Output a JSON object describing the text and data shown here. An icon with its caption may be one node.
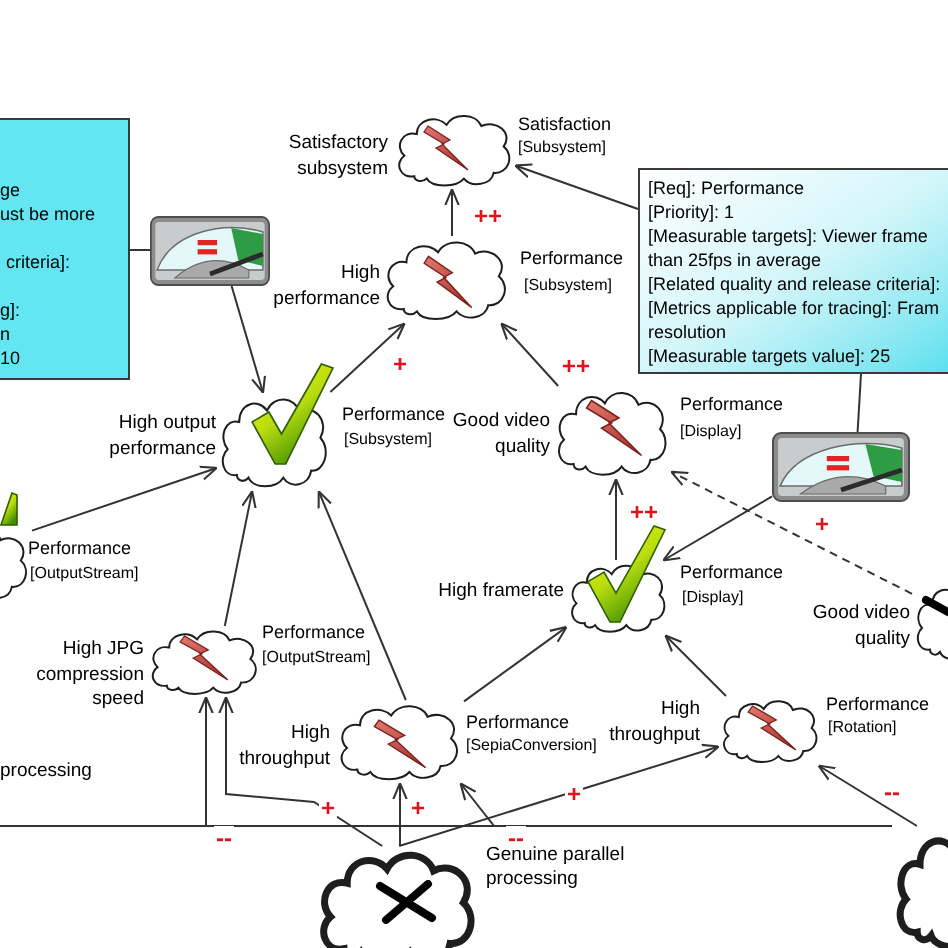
{
  "diagram": {
    "nodes": [
      {
        "text": [],
        "shape": "cloud",
        "beside": [
          "Satisfactory subsystem",
          "Satisfaction",
          "[Subsystem]"
        ]
      },
      {
        "text": [
          "ge",
          "ust be more",
          "criteria]:",
          "g]:",
          "n",
          "10"
        ]
      },
      {
        "text": [
          "[Req]: Performance",
          "[Priority]: 1",
          "[Measurable targets]: Viewer frame",
          "than 25fps in average",
          "[Related quality and release criteria]:",
          "[Metrics applicable for tracing]: Fram",
          "resolution",
          "[Measurable targets value]: 25"
        ]
      },
      {
        "text": [],
        "shape": "picture"
      },
      {
        "text": [],
        "shape": "cloud",
        "beside": [
          "High performance",
          "Performance",
          "[Subsystem]"
        ]
      },
      {
        "text": [],
        "shape": "cloud",
        "beside": [
          "High output performance",
          "Performance",
          "[Subsystem]"
        ]
      },
      {
        "text": [],
        "shape": "cloud",
        "beside": [
          "Good video quality",
          "Performance",
          "[Display]"
        ]
      },
      {
        "text": [],
        "shape": "picture"
      },
      {
        "text": [],
        "shape": "cloud",
        "beside": [
          "Performance",
          "[OutputStream]"
        ]
      },
      {
        "text": [],
        "shape": "cloud",
        "beside": [
          "High framerate",
          "Performance",
          "[Display]"
        ]
      },
      {
        "text": [],
        "shape": "cloud",
        "beside": [
          "Good video quality"
        ]
      },
      {
        "text": [],
        "shape": "cloud",
        "beside": [
          "High JPG compression speed",
          "Performance",
          "[OutputStream]"
        ]
      },
      {
        "text": [],
        "shape": "cloud",
        "beside": [
          "High throughput",
          "Performance",
          "[SepiaConversion]"
        ]
      },
      {
        "text": [],
        "shape": "cloud",
        "beside": [
          "High throughput",
          "Performance",
          "[Rotation]"
        ]
      },
      {
        "text": [],
        "shape": "cloud",
        "beside": [
          "Genuine parallel processing"
        ]
      },
      {
        "text": [],
        "shape": "cloud"
      }
    ],
    "edges": [
      {
        "from": 1,
        "to": 3,
        "arrow": "none"
      },
      {
        "from": 3,
        "to": 5,
        "arrow": "to"
      },
      {
        "from": 4,
        "to": 0,
        "arrow": "to",
        "label": "++"
      },
      {
        "from": 2,
        "to": 0,
        "arrow": "to"
      },
      {
        "from": 5,
        "to": 4,
        "arrow": "to",
        "label": "+"
      },
      {
        "from": 6,
        "to": 4,
        "arrow": "to",
        "label": "++"
      },
      {
        "from": 8,
        "to": 5,
        "arrow": "to"
      },
      {
        "from": 11,
        "to": 5,
        "arrow": "to"
      },
      {
        "from": 12,
        "to": 5,
        "arrow": "to"
      },
      {
        "from": 2,
        "to": 7,
        "arrow": "none"
      },
      {
        "from": 7,
        "to": 9,
        "arrow": "to"
      },
      {
        "from": 9,
        "to": 6,
        "arrow": "to",
        "label": "++"
      },
      {
        "from": 10,
        "to": 6,
        "arrow": "to",
        "label": "+",
        "style": "dashed"
      },
      {
        "from": 12,
        "to": 9,
        "arrow": "to"
      },
      {
        "from": 13,
        "to": 9,
        "arrow": "to"
      },
      {
        "from": 14,
        "to": 11,
        "arrow": "to",
        "label": "+"
      },
      {
        "from": 14,
        "to": 12,
        "arrow": "to",
        "label": "+"
      },
      {
        "from": 14,
        "to": 13,
        "arrow": "to",
        "label": "+"
      },
      {
        "from": 15,
        "to": 11,
        "arrow": "to",
        "label": "--"
      },
      {
        "from": null,
        "to": 12,
        "arrow": "to",
        "label": "--"
      },
      {
        "from": 15,
        "to": 13,
        "arrow": "to",
        "label": "--"
      }
    ],
    "labels": [
      "processing"
    ]
  }
}
